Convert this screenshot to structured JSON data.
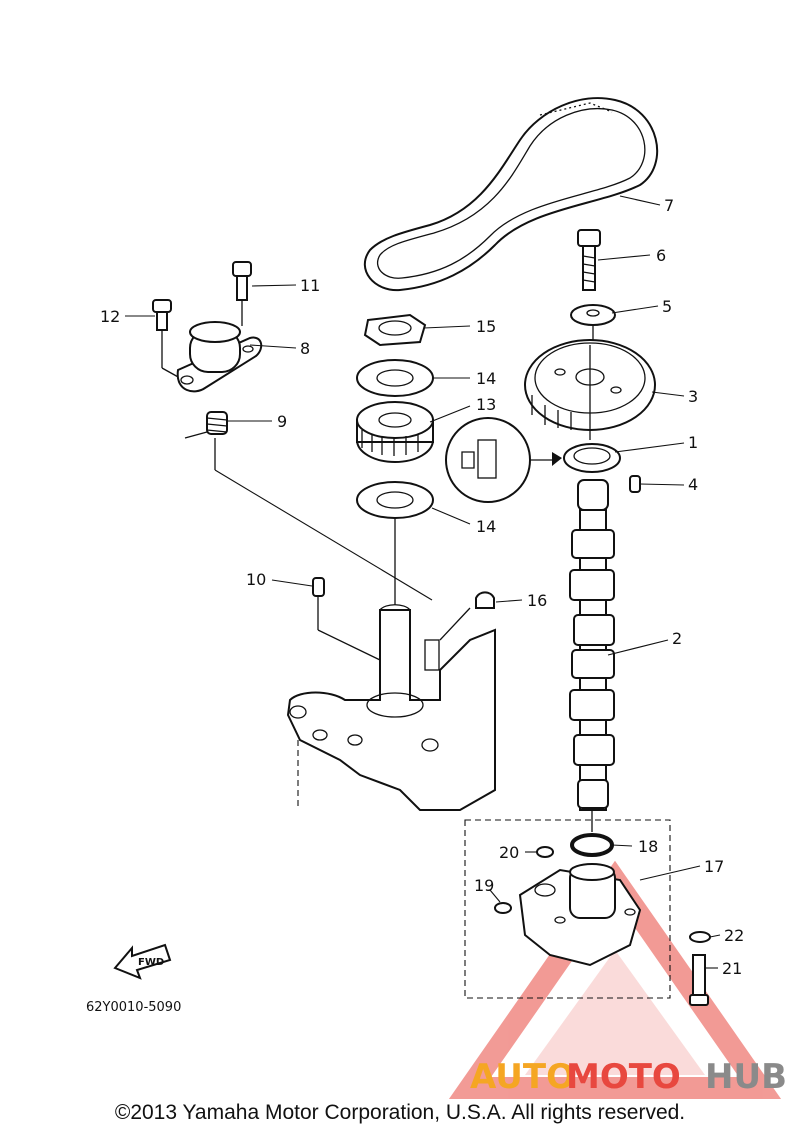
{
  "diagram": {
    "part_numbers": {
      "p1": "1",
      "p2": "2",
      "p3": "3",
      "p4": "4",
      "p5": "5",
      "p6": "6",
      "p7": "7",
      "p8": "8",
      "p9": "9",
      "p10": "10",
      "p11": "11",
      "p12": "12",
      "p13": "13",
      "p14a": "14",
      "p14b": "14",
      "p15": "15",
      "p16": "16",
      "p17": "17",
      "p18": "18",
      "p19": "19",
      "p20": "20",
      "p21": "21",
      "p22": "22"
    },
    "fwd_label": "FWD",
    "drawing_code": "62Y0010-5090"
  },
  "watermark": {
    "text_auto": "AUTO",
    "text_moto": "MOTO",
    "text_hub": "HUB",
    "colors": {
      "auto": "#f5a623",
      "moto": "#e8483f",
      "hub": "#8a8a8a",
      "triangle": "#e8483f"
    }
  },
  "footer": {
    "copyright": "©2013 Yamaha Motor Corporation, U.S.A. All rights reserved."
  }
}
